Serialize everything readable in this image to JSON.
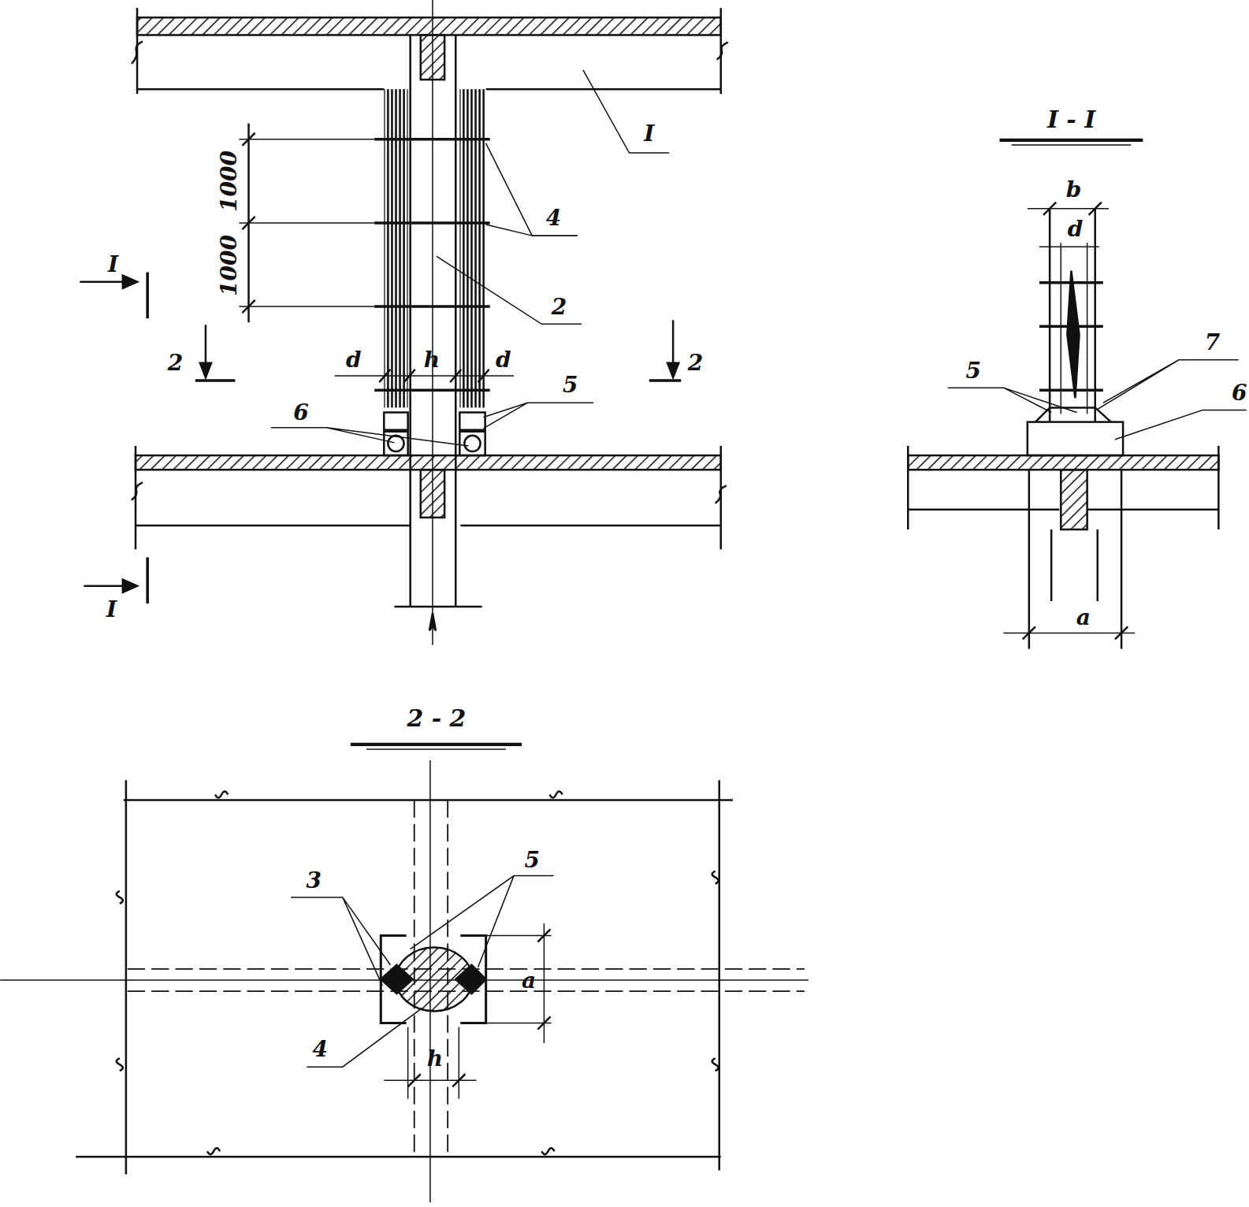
{
  "diagram": {
    "labels": [
      "I",
      "1000",
      "1000",
      "4",
      "2",
      "I",
      "2",
      "2",
      "d",
      "h",
      "d",
      "5",
      "6",
      "I",
      "I - I",
      "b",
      "d",
      "7",
      "5",
      "6",
      "a",
      "2 - 2",
      "3",
      "5",
      "4",
      "a",
      "h"
    ]
  }
}
